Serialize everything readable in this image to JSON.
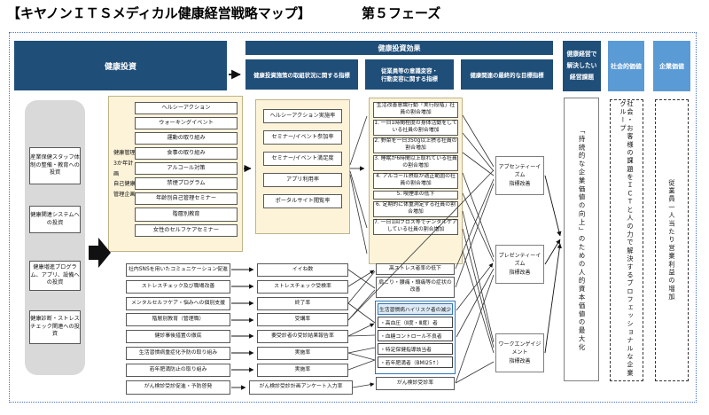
{
  "title": "【キヤノンＩＴＳメディカル健康経営戦略マップ】",
  "phase": "第５フェーズ",
  "colors": {
    "navy": "#1F4E79",
    "light_blue": "#5B9BD5",
    "beige": "#FCF3D9",
    "risk_blue": "#2E75B6",
    "border_dotted": "#4472C4"
  },
  "headers": {
    "investment": "健康投資",
    "effect": "健康投資効果",
    "status": "健康投資施策の取組状況に関する指標",
    "behavior_line1": "従業員等の意識変容・",
    "behavior_line2": "行動変容に関する指標",
    "goal": "健康関連の最終的な目標指標",
    "issue_line1": "健康経営で",
    "issue_line2": "解決したい",
    "issue_line3": "経営課題",
    "social_value": "社会的価値",
    "corporate_value": "企業価値"
  },
  "investments": [
    "産業保健スタッフ体制の整備・教育への投資",
    "健康関連システムへの投資",
    "健康増進プログラム、アプリ、設備への投資",
    "健康診断・ストレスチェック関連への投資"
  ],
  "plan": {
    "label_lines": [
      "健康管理",
      "3か年計画",
      "自己健康",
      "管理企画"
    ],
    "items": [
      "ヘルシーアクション",
      "ウォーキングイベント",
      "運動の取り組み",
      "食事の取り組み",
      "アルコール対策",
      "禁煙プログラム",
      "年齢別自己管理セミナー",
      "階層別教育",
      "女性のセルフケアセミナー"
    ]
  },
  "status_metrics": [
    "ヘルシーアクション実施率",
    "セミナー/イベント参加率",
    "セミナー/イベント満足度",
    "アプリ利用率",
    "ポータルサイト閲覧率"
  ],
  "behavior_metrics": [
    "生活改善意識行動「実行段階」社員の割合増加",
    "1. 一日1時間程度の身体活動をしている社員の割合増加",
    "2. 野菜を一日350g以上摂る社員の割合増加",
    "3. 睡眠が6時間以上取れている社員の割合増加",
    "4. アルコール摂取が適正範囲の社員の割合増加",
    "5. 喫煙率の低下",
    "6. 定期的に体重測定する社員の割合増加",
    "7. 一日1回フロス等でデンタルケアしている社員の割合増加"
  ],
  "lower_programs": [
    "社内SNSを用いたコミュニケーション促進",
    "ストレスチェック及び職場改善",
    "メンタルセルフケア・悩みへの個別支援",
    "階層別教育（管理職）",
    "健診事後措置の徹底",
    "生活習慣病重症化予防の取り組み",
    "若年肥満防止の取り組み",
    "がん検診受診促進・予防啓発"
  ],
  "lower_metrics": [
    "イイね数",
    "ストレスチェック受検率",
    "終了率",
    "受講率",
    "要受診者の受診結果報告率",
    "実施率",
    "実施率",
    "がん検診受診計画アンケート入力率"
  ],
  "outcomes": {
    "stress": "高ストレス者率の低下",
    "symptom": "肩こり・腰痛・頭痛等の症状の改善",
    "risk_header": "生活習慣病ハイリスク者の減少",
    "risk_items": [
      "・高血圧（Ⅱ度・Ⅲ度）者",
      "・血糖コントロール不良者",
      "・特定保健指導該当者",
      "・若年肥満者（BMI25↑）"
    ],
    "cancer": "がん検診受診率"
  },
  "goals": [
    {
      "line1": "アブセンティーイズム",
      "line2": "指標改善"
    },
    {
      "line1": "プレゼンティーイズム",
      "line2": "指標改善"
    },
    {
      "line1": "ワークエンゲイジメント",
      "line2": "指標改善"
    }
  ],
  "values": {
    "capital": "「持続的な企業価値の向上」のための人的資本価値の最大化",
    "social": "社会・お客様の課題をＩＣＴと人の力で解決するプロフェッショナルな企業グループ",
    "corporate": "従業員一人当たり営業利益の増加"
  }
}
